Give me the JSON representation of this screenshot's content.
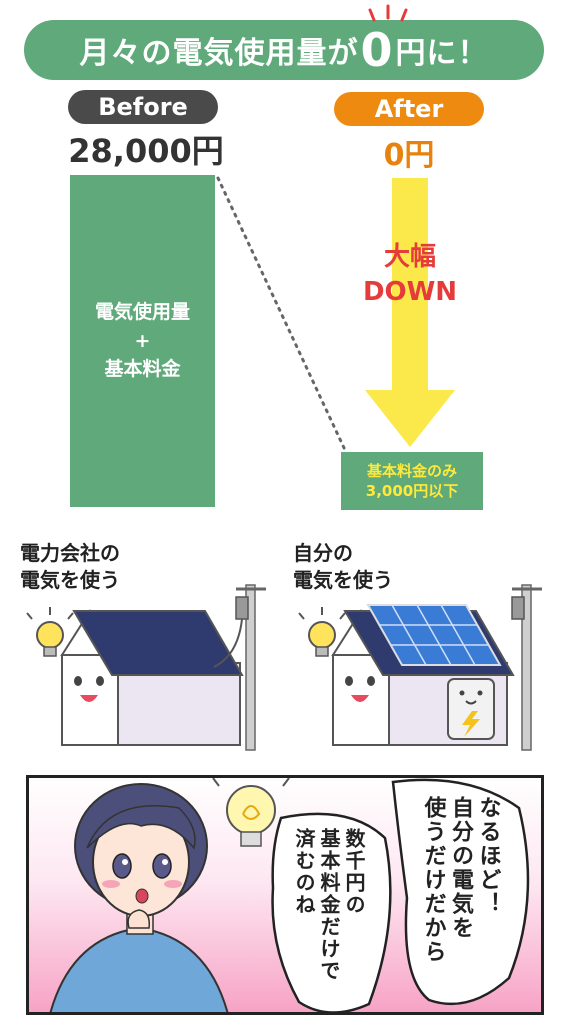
{
  "banner": {
    "text_before": "月々の電気使用量が",
    "highlight": "0",
    "text_after": "円に！"
  },
  "before": {
    "label": "Before",
    "amount": "28,000円",
    "bar_line1": "電気使用量",
    "bar_line2": "+",
    "bar_line3": "基本料金"
  },
  "after": {
    "label": "After",
    "amount": "0円",
    "down_line1": "大幅",
    "down_line2": "DOWN",
    "box_line1": "基本料金のみ",
    "box_line2": "3,000円以下"
  },
  "scenes": {
    "left": {
      "line1": "電力会社の",
      "line2": "電気を使う"
    },
    "right": {
      "line1": "自分の",
      "line2": "電気を使う"
    }
  },
  "manga": {
    "bubble_right": [
      "なるほど！",
      "自分の電気を",
      "使うだけだから"
    ],
    "bubble_left": [
      "数千円の",
      "基本料金だけで",
      "済むのね"
    ]
  },
  "colors": {
    "green": "#5fa97a",
    "orange": "#ee8a10",
    "red": "#e63b3b",
    "yellow": "#ffe93a",
    "arrow": "#fbe84a",
    "pink": "#f7a3c6"
  }
}
